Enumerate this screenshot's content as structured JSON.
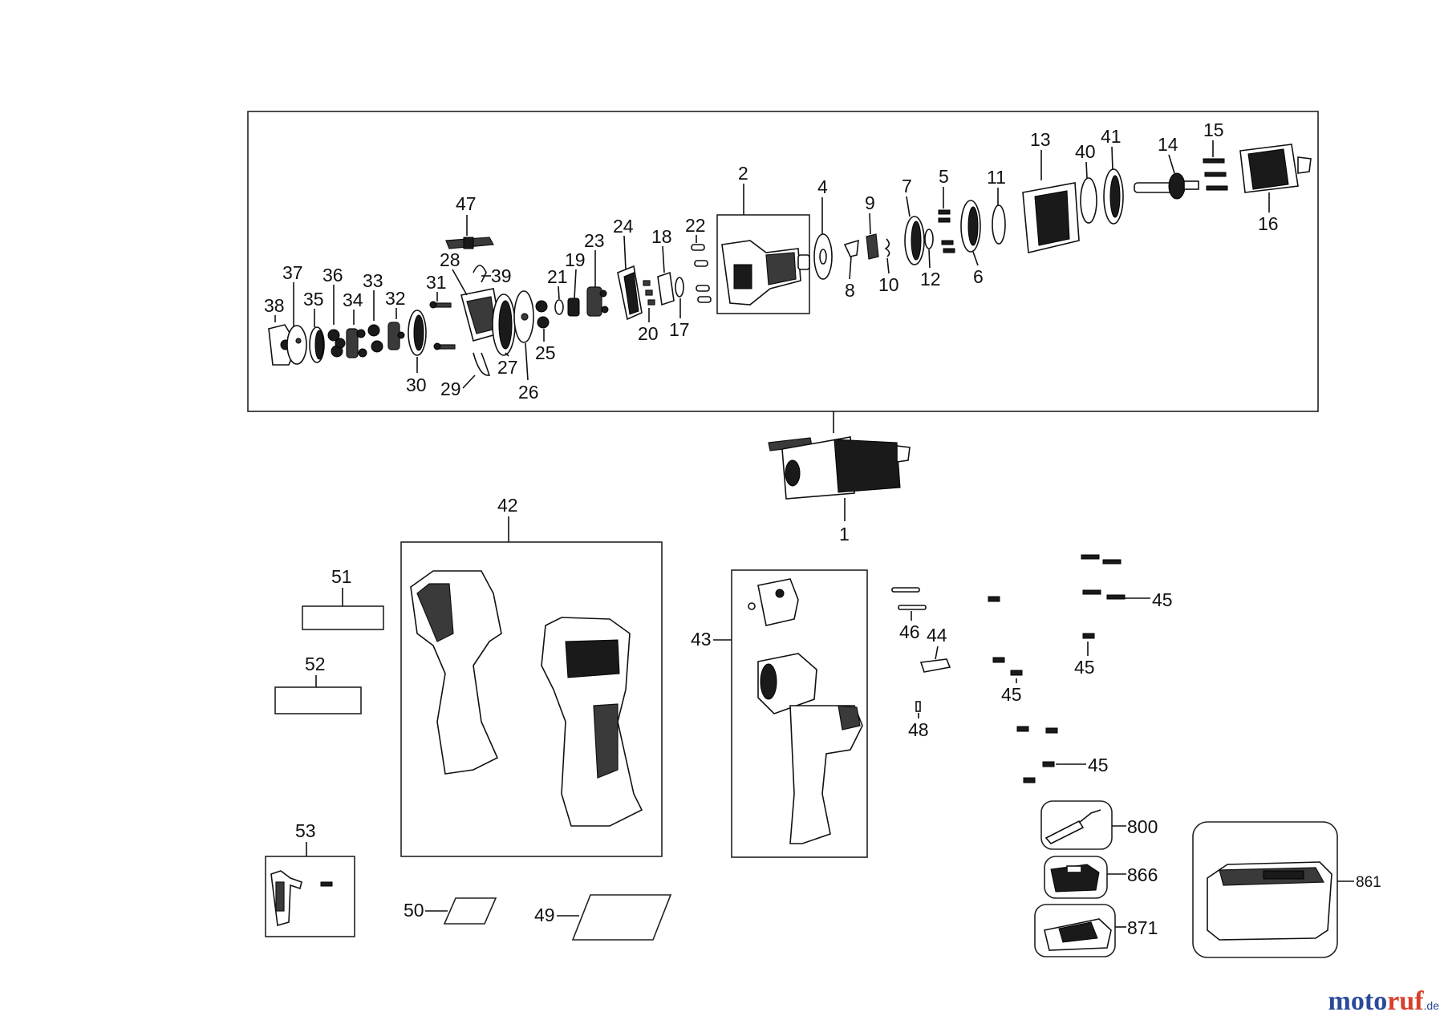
{
  "upper_assembly_labels": [
    "38",
    "37",
    "35",
    "36",
    "34",
    "33",
    "32",
    "30",
    "31",
    "28",
    "47",
    "39",
    "29",
    "27",
    "26",
    "25",
    "21",
    "19",
    "23",
    "24",
    "18",
    "20",
    "17",
    "22",
    "2",
    "4",
    "9",
    "8",
    "10",
    "7",
    "12",
    "5",
    "6",
    "11",
    "13",
    "40",
    "41",
    "14",
    "15",
    "16"
  ],
  "lower_labels": {
    "main_gear_assembly": "1",
    "housing": "42",
    "label_51": "51",
    "label_52": "52",
    "clip": "53",
    "sticker_50": "50",
    "sticker_49": "49",
    "motor_assembly": "43",
    "pin_46": "46",
    "spring_44": "44",
    "pin_48": "48",
    "screws": "45",
    "accessory_800": "800",
    "battery_866": "866",
    "charger_871": "871",
    "case_861": "861"
  },
  "watermark": {
    "brand_a": "moto",
    "brand_b": "ruf",
    "tld": ".de"
  }
}
